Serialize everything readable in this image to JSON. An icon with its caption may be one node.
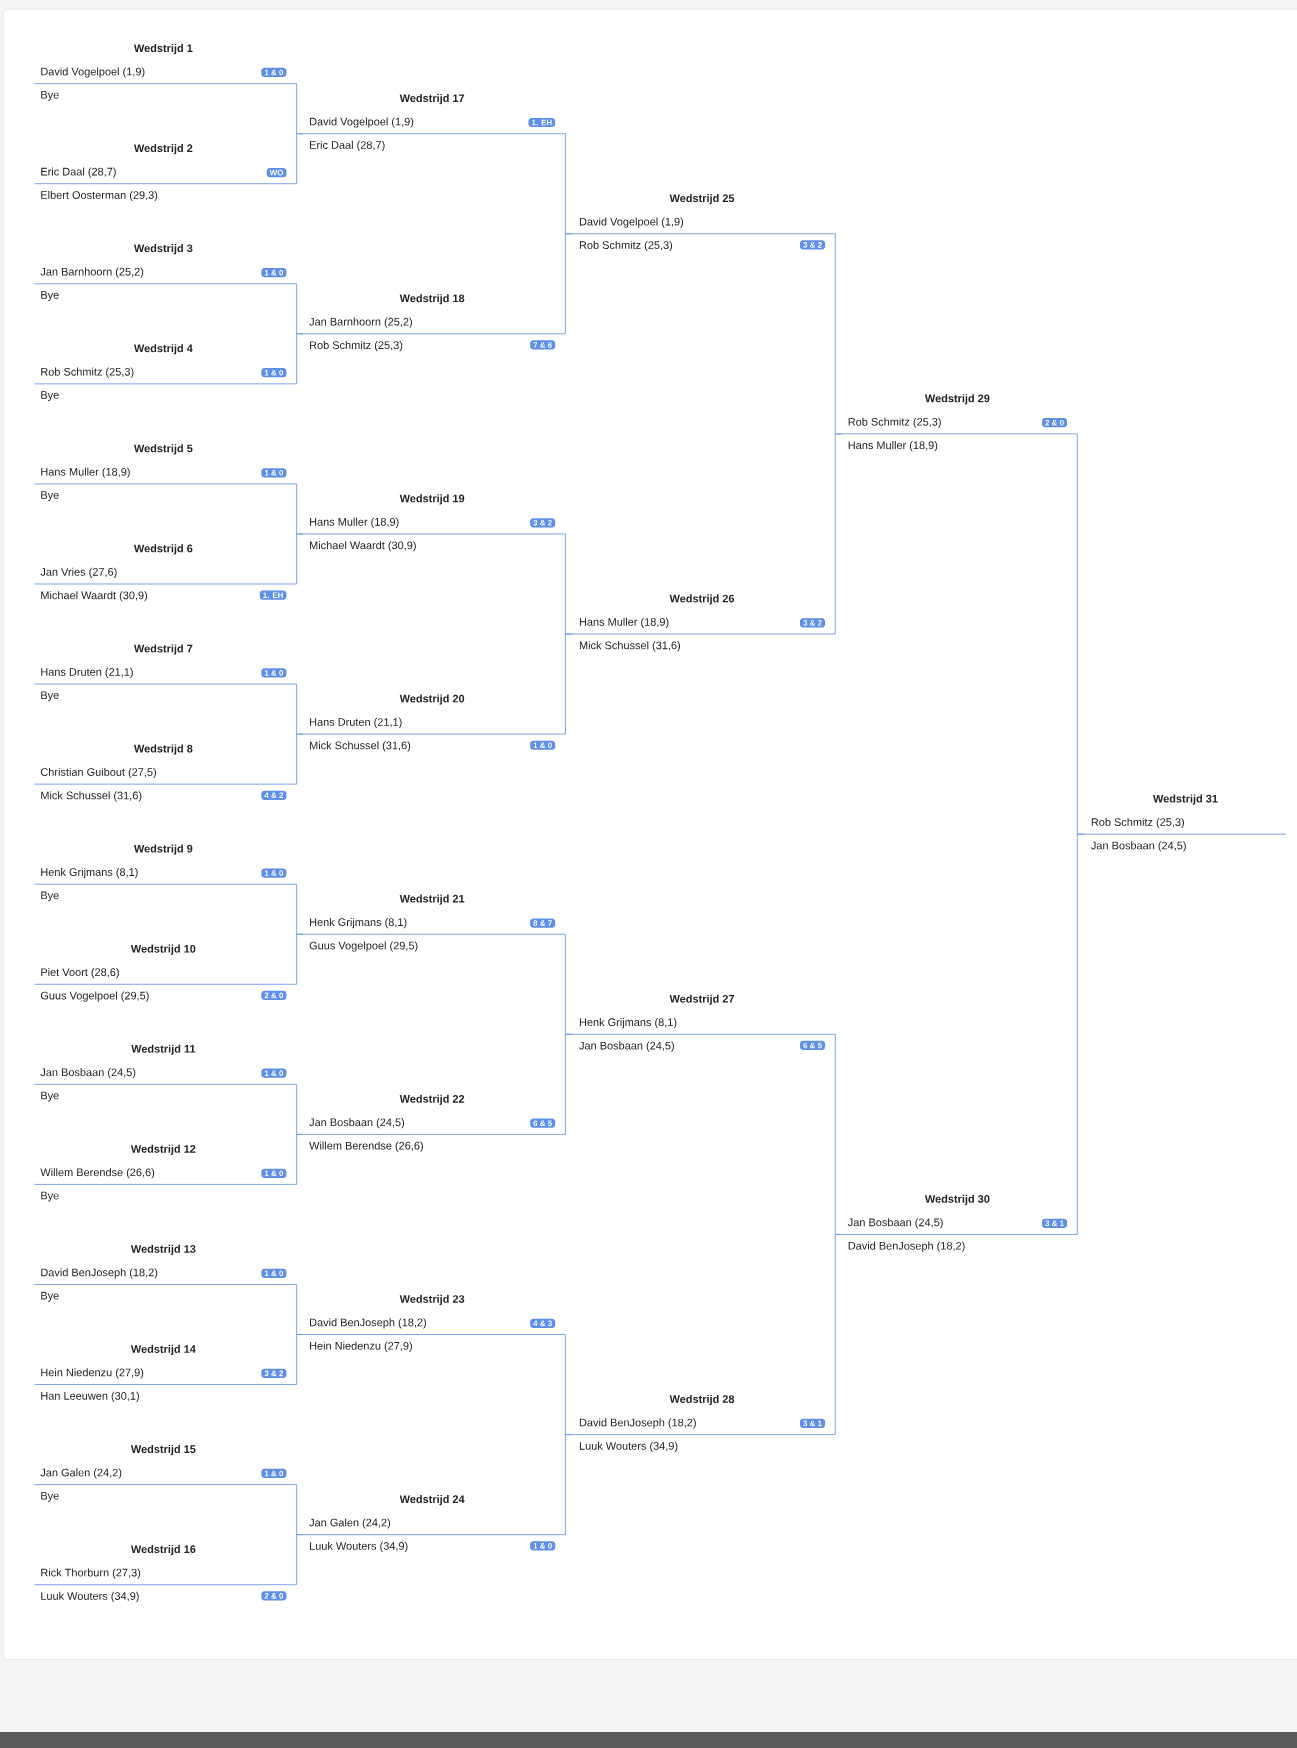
{
  "diagram": {
    "nodes": [
      {
        "text": [
          "Wedstrijd 1",
          "David Vogelpoel (1,9)",
          "Bye",
          "1 & 0"
        ]
      },
      {
        "text": [
          "Wedstrijd 2",
          "Eric Daal (28,7)",
          "Elbert Oosterman (29,3)",
          "WO"
        ]
      },
      {
        "text": [
          "Wedstrijd 3",
          "Jan Barnhoorn (25,2)",
          "Bye",
          "1 & 0"
        ]
      },
      {
        "text": [
          "Wedstrijd 4",
          "Rob Schmitz (25,3)",
          "Bye",
          "1 & 0"
        ]
      },
      {
        "text": [
          "Wedstrijd 5",
          "Hans Muller (18,9)",
          "Bye",
          "1 & 0"
        ]
      },
      {
        "text": [
          "Wedstrijd 6",
          "Jan Vries (27,6)",
          "Michael Waardt (30,9)",
          "1. EH"
        ]
      },
      {
        "text": [
          "Wedstrijd 7",
          "Hans Druten (21,1)",
          "Bye",
          "1 & 0"
        ]
      },
      {
        "text": [
          "Wedstrijd 8",
          "Christian Guibout (27,5)",
          "Mick Schussel (31,6)",
          "4 & 2"
        ]
      },
      {
        "text": [
          "Wedstrijd 9",
          "Henk Grijmans (8,1)",
          "Bye",
          "1 & 0"
        ]
      },
      {
        "text": [
          "Wedstrijd 10",
          "Piet Voort (28,6)",
          "Guus Vogelpoel (29,5)",
          "2 & 0"
        ]
      },
      {
        "text": [
          "Wedstrijd 11",
          "Jan Bosbaan (24,5)",
          "Bye",
          "1 & 0"
        ]
      },
      {
        "text": [
          "Wedstrijd 12",
          "Willem Berendse (26,6)",
          "Bye",
          "1 & 0"
        ]
      },
      {
        "text": [
          "Wedstrijd 13",
          "David BenJoseph (18,2)",
          "Bye",
          "1 & 0"
        ]
      },
      {
        "text": [
          "Wedstrijd 14",
          "Hein Niedenzu (27,9)",
          "Han Leeuwen (30,1)",
          "3 & 2"
        ]
      },
      {
        "text": [
          "Wedstrijd 15",
          "Jan Galen (24,2)",
          "Bye",
          "1 & 0"
        ]
      },
      {
        "text": [
          "Wedstrijd 16",
          "Rick Thorburn (27,3)",
          "Luuk Wouters (34,9)",
          "2 & 0"
        ]
      },
      {
        "text": [
          "Wedstrijd 17",
          "David Vogelpoel (1,9)",
          "Eric Daal (28,7)",
          "1. EH"
        ]
      },
      {
        "text": [
          "Wedstrijd 18",
          "Jan Barnhoorn (25,2)",
          "Rob Schmitz (25,3)",
          "7 & 6"
        ]
      },
      {
        "text": [
          "Wedstrijd 19",
          "Hans Muller (18,9)",
          "Michael Waardt (30,9)",
          "3 & 2"
        ]
      },
      {
        "text": [
          "Wedstrijd 20",
          "Hans Druten (21,1)",
          "Mick Schussel (31,6)",
          "1 & 0"
        ]
      },
      {
        "text": [
          "Wedstrijd 21",
          "Henk Grijmans (8,1)",
          "Guus Vogelpoel (29,5)",
          "8 & 7"
        ]
      },
      {
        "text": [
          "Wedstrijd 22",
          "Jan Bosbaan (24,5)",
          "Willem Berendse (26,6)",
          "6 & 5"
        ]
      },
      {
        "text": [
          "Wedstrijd 23",
          "David BenJoseph (18,2)",
          "Hein Niedenzu (27,9)",
          "4 & 3"
        ]
      },
      {
        "text": [
          "Wedstrijd 24",
          "Jan Galen (24,2)",
          "Luuk Wouters (34,9)",
          "1 & 0"
        ]
      },
      {
        "text": [
          "Wedstrijd 25",
          "David Vogelpoel (1,9)",
          "Rob Schmitz (25,3)",
          "3 & 2"
        ]
      },
      {
        "text": [
          "Wedstrijd 26",
          "Hans Muller (18,9)",
          "Mick Schussel (31,6)",
          "3 & 2"
        ]
      },
      {
        "text": [
          "Wedstrijd 27",
          "Henk Grijmans (8,1)",
          "Jan Bosbaan (24,5)",
          "6 & 5"
        ]
      },
      {
        "text": [
          "Wedstrijd 28",
          "David BenJoseph (18,2)",
          "Luuk Wouters (34,9)",
          "3 & 1"
        ]
      },
      {
        "text": [
          "Wedstrijd 29",
          "Rob Schmitz (25,3)",
          "Hans Muller (18,9)",
          "2 & 0"
        ]
      },
      {
        "text": [
          "Wedstrijd 30",
          "Jan Bosbaan (24,5)",
          "David BenJoseph (18,2)",
          "3 & 1"
        ]
      },
      {
        "text": [
          "Wedstrijd 31",
          "Rob Schmitz (25,3)",
          "Jan Bosbaan (24,5)"
        ]
      }
    ],
    "edges": [
      {
        "from": 0,
        "to": 16,
        "arrow": "none"
      },
      {
        "from": 1,
        "to": 16,
        "arrow": "none"
      },
      {
        "from": 2,
        "to": 17,
        "arrow": "none"
      },
      {
        "from": 3,
        "to": 17,
        "arrow": "none"
      },
      {
        "from": 4,
        "to": 18,
        "arrow": "none"
      },
      {
        "from": 5,
        "to": 18,
        "arrow": "none"
      },
      {
        "from": 6,
        "to": 19,
        "arrow": "none"
      },
      {
        "from": 7,
        "to": 19,
        "arrow": "none"
      },
      {
        "from": 8,
        "to": 20,
        "arrow": "none"
      },
      {
        "from": 9,
        "to": 20,
        "arrow": "none"
      },
      {
        "from": 10,
        "to": 21,
        "arrow": "none"
      },
      {
        "from": 11,
        "to": 21,
        "arrow": "none"
      },
      {
        "from": 12,
        "to": 22,
        "arrow": "none"
      },
      {
        "from": 13,
        "to": 22,
        "arrow": "none"
      },
      {
        "from": 14,
        "to": 23,
        "arrow": "none"
      },
      {
        "from": 15,
        "to": 23,
        "arrow": "none"
      },
      {
        "from": 16,
        "to": 24,
        "arrow": "none"
      },
      {
        "from": 17,
        "to": 24,
        "arrow": "none"
      },
      {
        "from": 18,
        "to": 25,
        "arrow": "none"
      },
      {
        "from": 19,
        "to": 25,
        "arrow": "none"
      },
      {
        "from": 20,
        "to": 26,
        "arrow": "none"
      },
      {
        "from": 21,
        "to": 26,
        "arrow": "none"
      },
      {
        "from": 22,
        "to": 27,
        "arrow": "none"
      },
      {
        "from": 23,
        "to": 27,
        "arrow": "none"
      },
      {
        "from": 24,
        "to": 28,
        "arrow": "none"
      },
      {
        "from": 25,
        "to": 28,
        "arrow": "none"
      },
      {
        "from": 26,
        "to": 29,
        "arrow": "none"
      },
      {
        "from": 27,
        "to": 29,
        "arrow": "none"
      },
      {
        "from": 28,
        "to": 30,
        "arrow": "none"
      },
      {
        "from": 29,
        "to": 30,
        "arrow": "none"
      }
    ]
  }
}
